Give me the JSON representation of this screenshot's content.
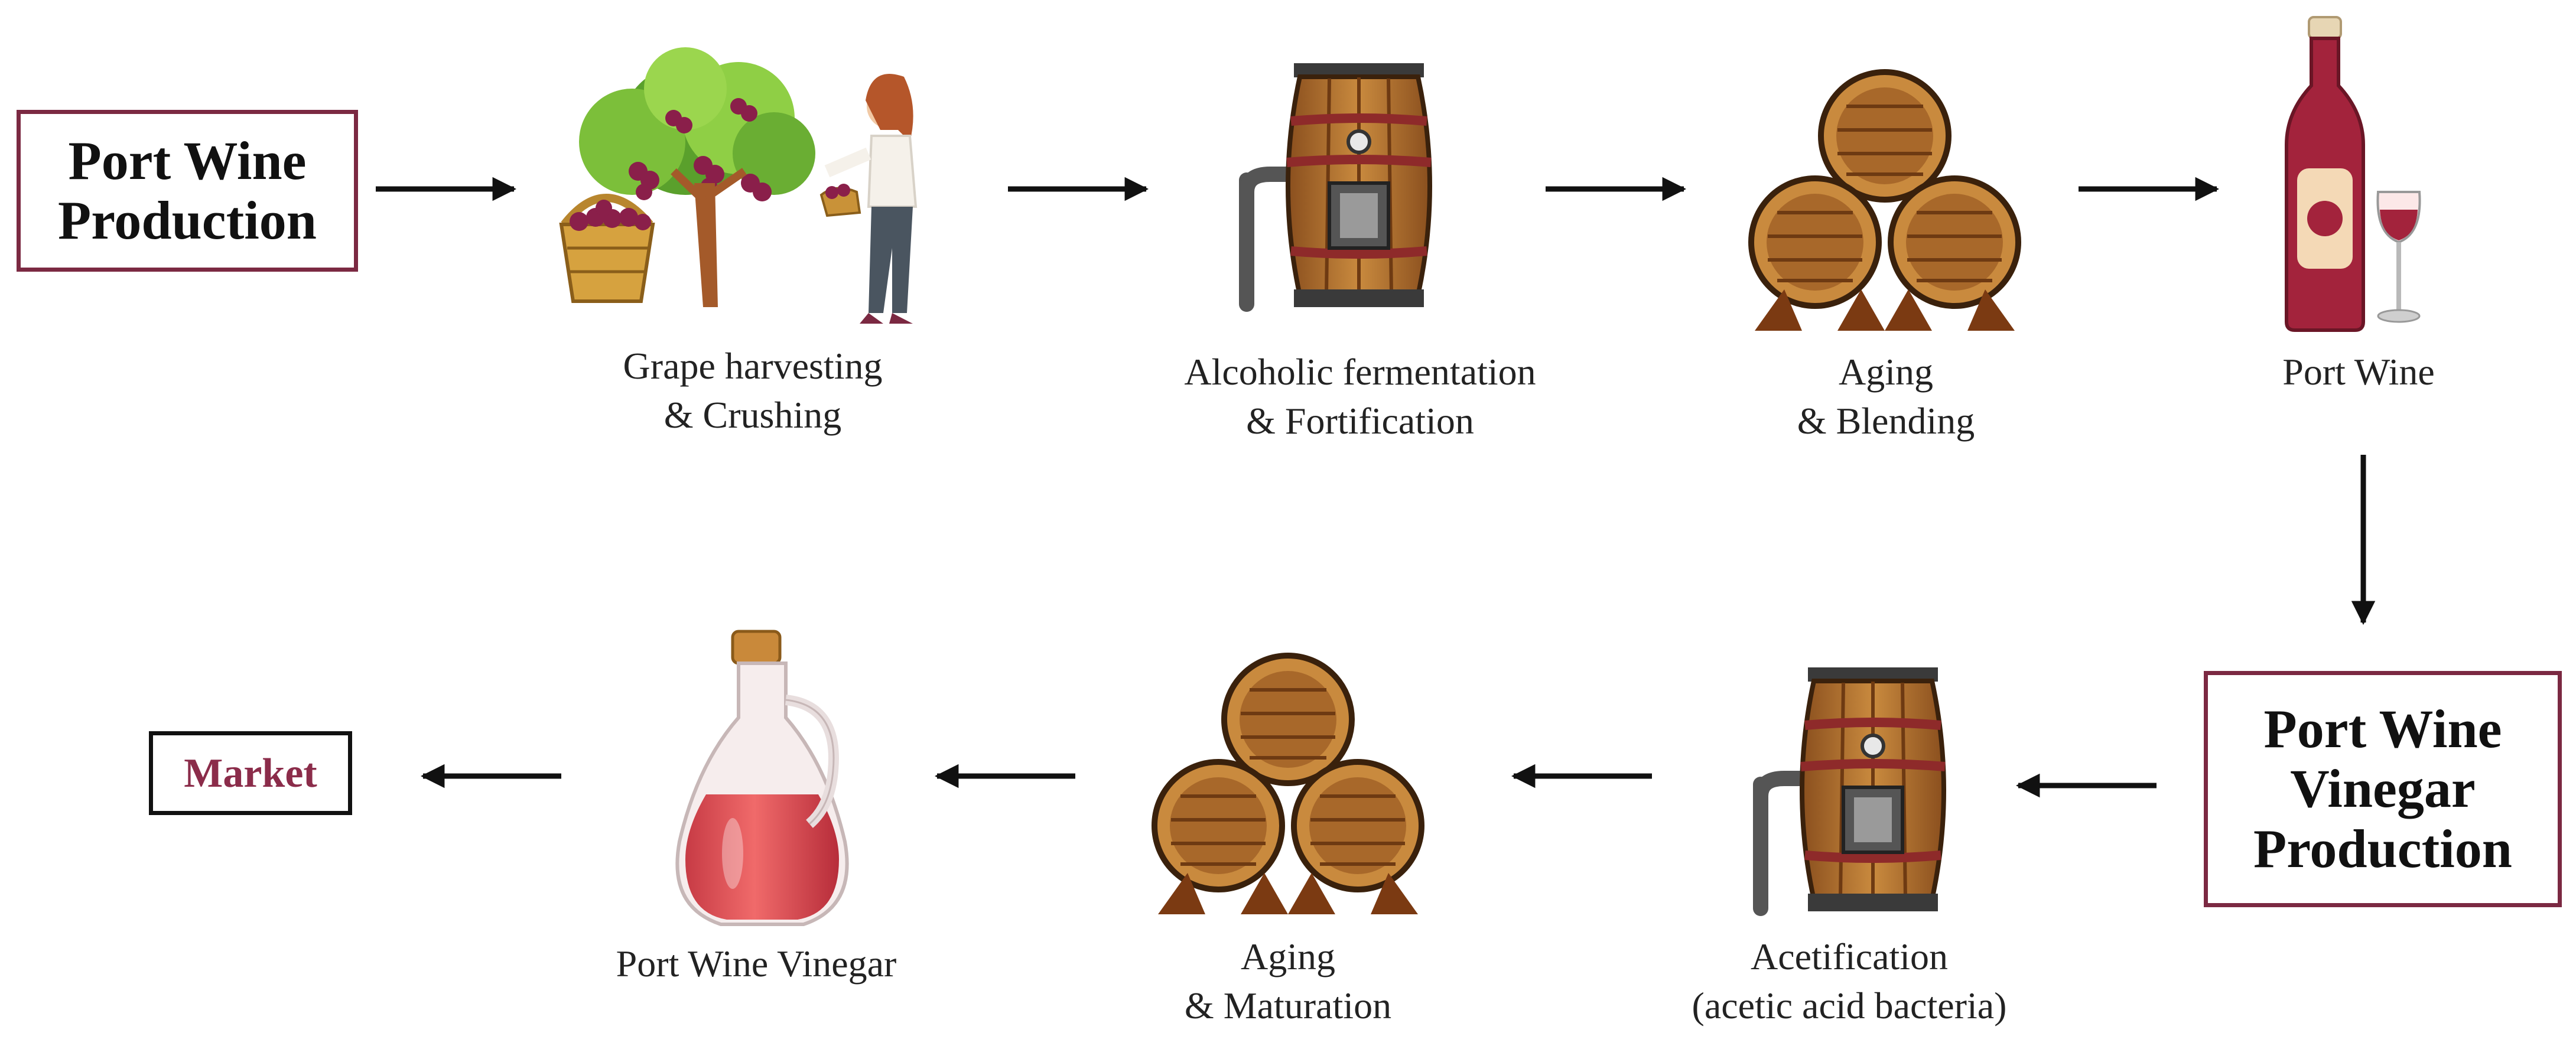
{
  "start_box": {
    "line1": "Port Wine",
    "line2": "Production"
  },
  "vinegar_box": {
    "line1": "Port Wine",
    "line2": "Vinegar",
    "line3": "Production"
  },
  "market_box": {
    "label": "Market"
  },
  "steps": {
    "grape": {
      "line1": "Grape harvesting",
      "line2": "& Crushing",
      "icon": "grape-harvest-icon"
    },
    "ferment": {
      "line1": "Alcoholic fermentation",
      "line2": "& Fortification",
      "icon": "fermentation-barrel-icon"
    },
    "aging_blend": {
      "line1": "Aging",
      "line2": "& Blending",
      "icon": "barrel-stack-icon"
    },
    "port_wine": {
      "line1": "Port Wine",
      "icon": "wine-bottle-glass-icon"
    },
    "acetification": {
      "line1": "Acetification",
      "line2": "(acetic acid bacteria)",
      "icon": "acetification-barrel-icon"
    },
    "aging_maturation": {
      "line1": "Aging",
      "line2": "& Maturation",
      "icon": "barrel-stack-icon"
    },
    "vinegar": {
      "line1": "Port Wine Vinegar",
      "icon": "vinegar-jug-icon"
    }
  },
  "colors": {
    "box_border": "#7b2942",
    "market_text": "#8b2c4a",
    "arrow": "#111111"
  }
}
